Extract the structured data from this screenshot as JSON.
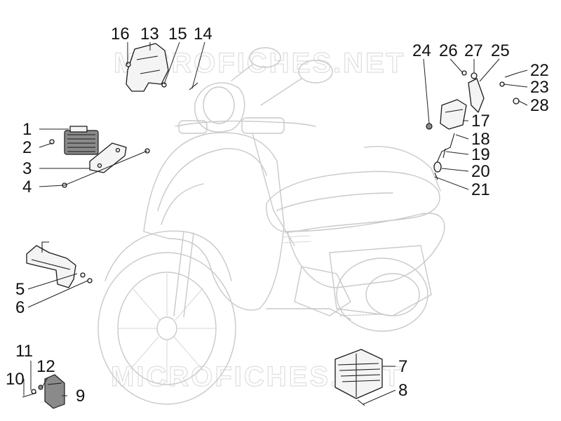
{
  "watermark": "MICROFICHES.NET",
  "labels": [
    "1",
    "2",
    "3",
    "4",
    "5",
    "6",
    "7",
    "8",
    "9",
    "10",
    "11",
    "12",
    "13",
    "14",
    "15",
    "16",
    "17",
    "18",
    "19",
    "20",
    "21",
    "22",
    "23",
    "24",
    "25",
    "26",
    "27",
    "28"
  ]
}
